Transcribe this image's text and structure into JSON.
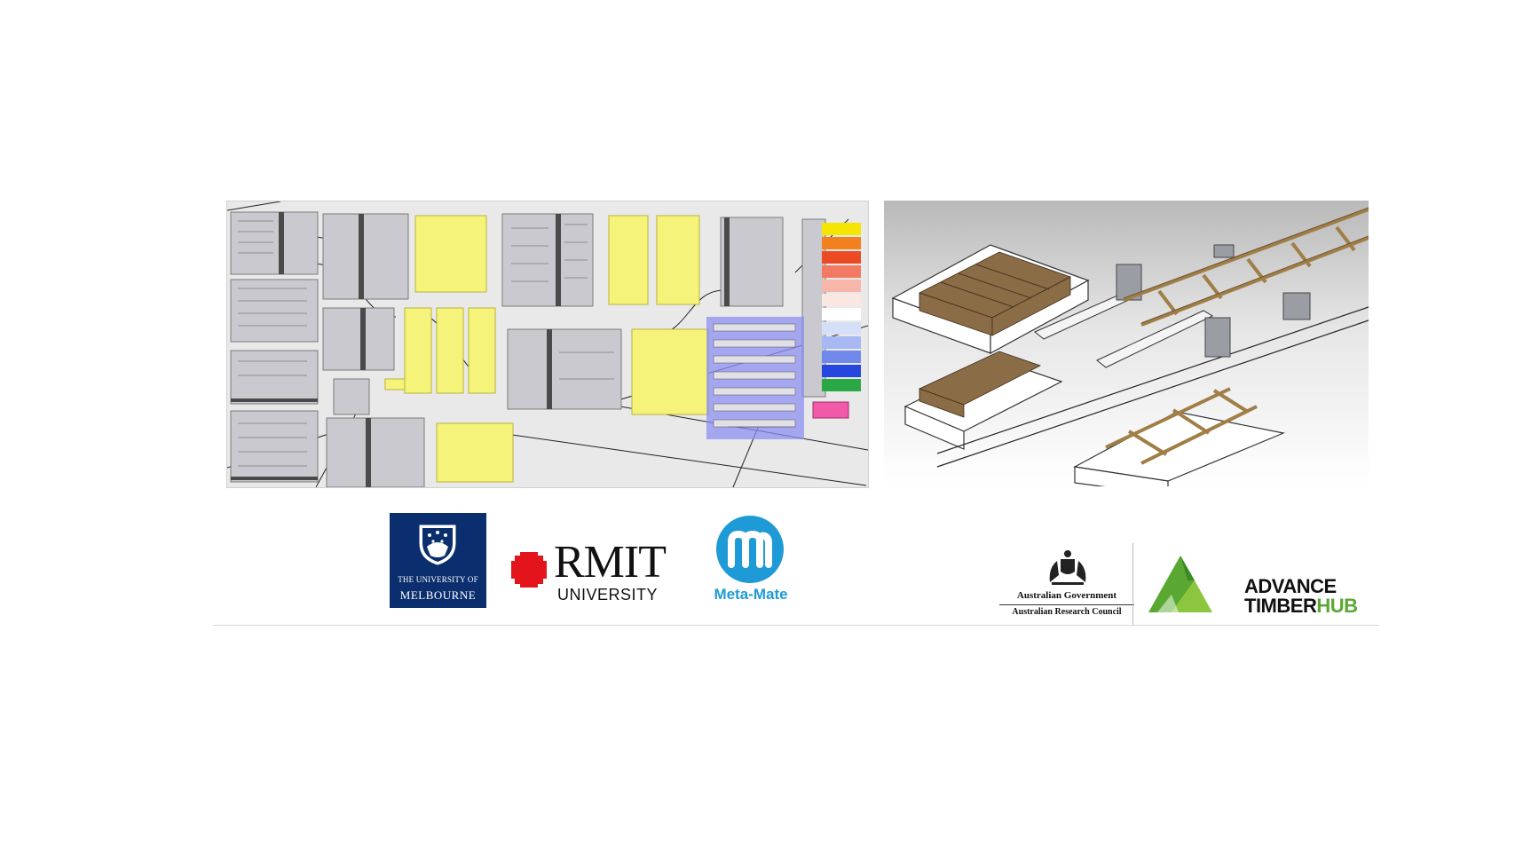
{
  "panels": {
    "grasshopper": {
      "icon": "grasshopper-definition-image"
    },
    "render": {
      "icon": "timber-assembly-render-image"
    }
  },
  "logos": {
    "melbourne": {
      "line1": "THE UNIVERSITY OF",
      "line2": "MELBOURNE",
      "color": "#0b2f6e"
    },
    "rmit": {
      "name": "RMIT",
      "sub": "UNIVERSITY",
      "accent": "#e3141b"
    },
    "metamate": {
      "text": "Meta-Mate",
      "color": "#1e9ad6"
    },
    "ausgov": {
      "line1": "Australian Government",
      "line2": "Australian Research Council"
    },
    "ath": {
      "line1": "ADVANCE",
      "line2_a": "TIMBER",
      "line2_b": "HUB",
      "color": "#5aa832"
    }
  }
}
